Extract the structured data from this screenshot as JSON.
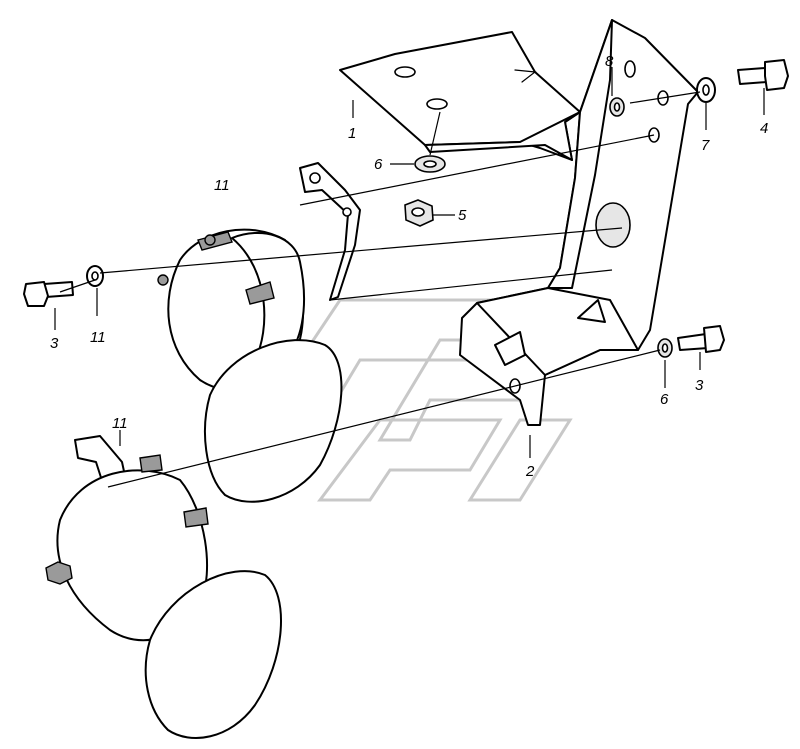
{
  "callouts": {
    "c1": "1",
    "c2": "2",
    "c3a": "3",
    "c3b": "3",
    "c4": "4",
    "c5": "5",
    "c6a": "6",
    "c6b": "6",
    "c7": "7",
    "c8": "8",
    "c11a": "11",
    "c11b": "11",
    "c11c": "11"
  }
}
